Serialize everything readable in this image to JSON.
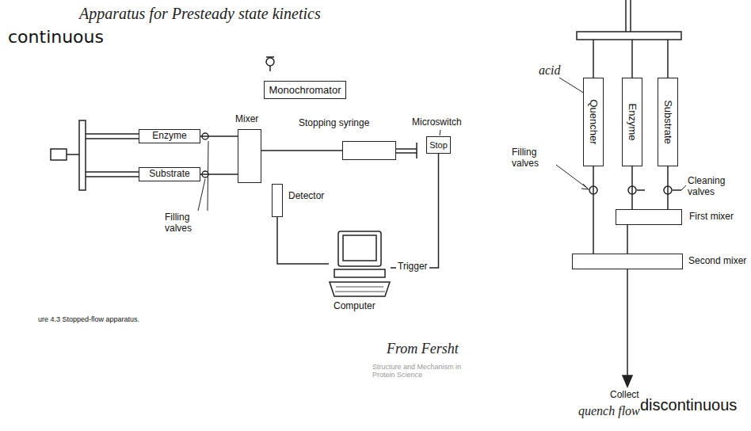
{
  "diagram": {
    "title": "Apparatus for Presteady state kinetics",
    "caption": "ure 4.3 Stopped-flow apparatus.",
    "nodes": [
      {
        "text": [
          "Monochromator"
        ]
      },
      {
        "text": [
          "Enzyme"
        ]
      },
      {
        "text": [
          "Substrate"
        ]
      },
      {
        "text": [
          "Mixer"
        ]
      },
      {
        "text": [
          "Stopping syringe"
        ]
      },
      {
        "text": [
          "Stop"
        ]
      },
      {
        "text": [
          "Detector"
        ]
      },
      {
        "text": [
          "Computer"
        ]
      },
      {
        "text": [
          "Quencher"
        ]
      },
      {
        "text": [
          "Enzyme"
        ]
      },
      {
        "text": [
          "Substrate"
        ]
      },
      {
        "text": [
          "First mixer"
        ]
      },
      {
        "text": [
          "Second mixer"
        ]
      }
    ],
    "edges": [
      {
        "from": 1,
        "to": 3,
        "arrow": "none"
      },
      {
        "from": 2,
        "to": 3,
        "arrow": "none"
      },
      {
        "from": 3,
        "to": 4,
        "arrow": "none"
      },
      {
        "from": 6,
        "to": 7,
        "arrow": "none"
      },
      {
        "from": 5,
        "to": 7,
        "label": "Trigger",
        "arrow": "none"
      },
      {
        "from": 8,
        "to": 12,
        "arrow": "none"
      },
      {
        "from": 9,
        "to": 11,
        "arrow": "none"
      },
      {
        "from": 10,
        "to": 11,
        "arrow": "none"
      },
      {
        "from": 11,
        "to": 12,
        "arrow": "none"
      }
    ],
    "labels": [
      "continuous",
      "Filling valves",
      "Microswitch",
      "From Fersht",
      "Structure and Mechanism in Protein Science",
      "acid",
      "Filling valves",
      "Cleaning valves",
      "Collect",
      "quench flow",
      "discontinuous"
    ]
  }
}
